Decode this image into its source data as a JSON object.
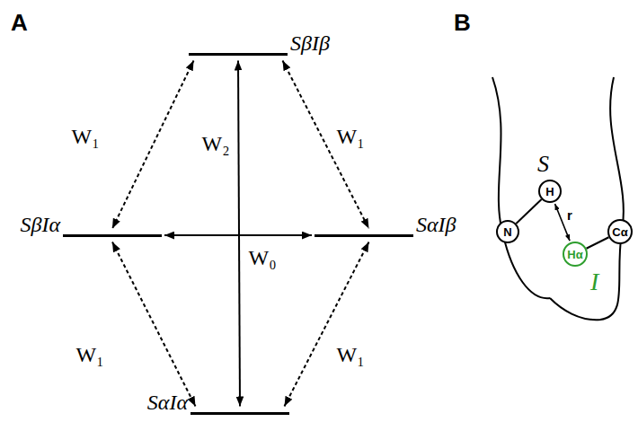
{
  "diagram": {
    "nodes": [
      {
        "text": [
          "SβIβ"
        ]
      },
      {
        "text": [
          "SβIα"
        ]
      },
      {
        "text": [
          "SαIβ"
        ]
      },
      {
        "text": [
          "SαIα"
        ]
      },
      {
        "text": [
          "N"
        ]
      },
      {
        "text": [
          "H"
        ]
      },
      {
        "text": [
          "Hα"
        ]
      },
      {
        "text": [
          "Cα"
        ]
      }
    ],
    "edges": [
      {
        "from": 0,
        "to": 1,
        "arrow": "both",
        "label": "W₁"
      },
      {
        "from": 0,
        "to": 2,
        "arrow": "both",
        "label": "W₁"
      },
      {
        "from": 1,
        "to": 3,
        "arrow": "both",
        "label": "W₁"
      },
      {
        "from": 2,
        "to": 3,
        "arrow": "both",
        "label": "W₁"
      },
      {
        "from": 0,
        "to": 3,
        "arrow": "both",
        "label": "W₂"
      },
      {
        "from": 1,
        "to": 2,
        "arrow": "both",
        "label": "W₀"
      },
      {
        "from": 4,
        "to": 5,
        "arrow": "none"
      },
      {
        "from": 5,
        "to": 6,
        "arrow": "both",
        "label": "r"
      },
      {
        "from": 6,
        "to": 7,
        "arrow": "none"
      }
    ],
    "labels": [
      "A",
      "B",
      "S",
      "I"
    ]
  }
}
